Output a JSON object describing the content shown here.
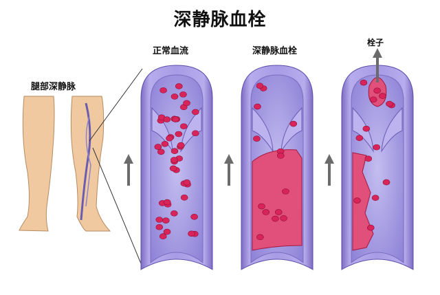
{
  "title": "深静脉血栓",
  "labels": {
    "leg": "腿部深静脉",
    "normal": "正常血流",
    "dvt": "深静脉血栓",
    "embolus": "栓子"
  },
  "colors": {
    "vessel_wall": "#8f7fd0",
    "vessel_inner": "#b2a8e8",
    "lumen": "#9b90dd",
    "blood_cell": "#d8245a",
    "clot": "#e0507a",
    "skin": "#f0c9a0",
    "arrow": "#6b6b6b"
  }
}
